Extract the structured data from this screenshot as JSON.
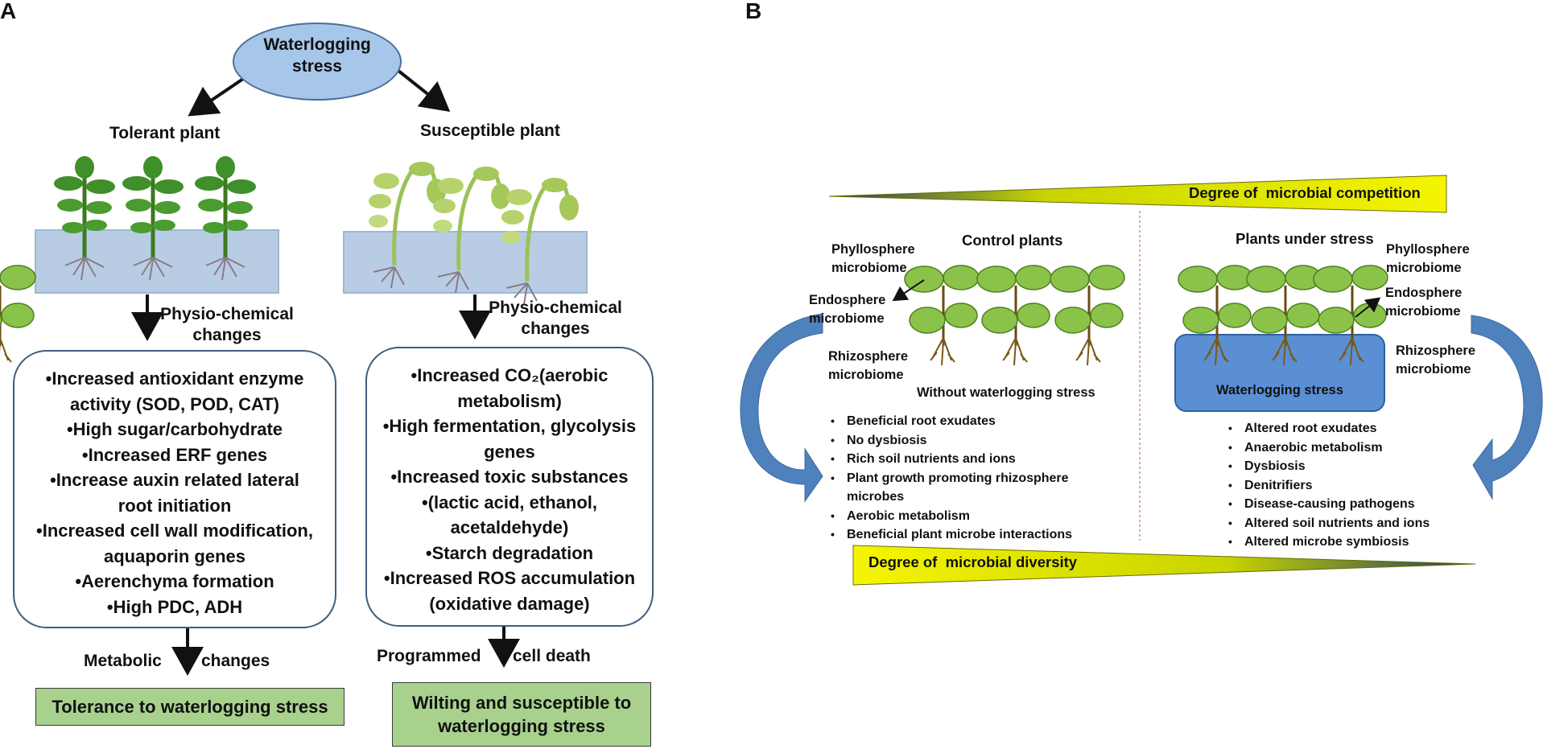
{
  "panel_a": {
    "letter": "A",
    "root": "Waterlogging stress",
    "tolerant_title": "Tolerant plant",
    "susceptible_title": "Susceptible plant",
    "physio_label": "Physio-chemical changes",
    "tolerant_changes": [
      "•Increased antioxidant enzyme",
      "activity (SOD, POD, CAT)",
      "•High sugar/carbohydrate",
      "•Increased ERF genes",
      "•Increase auxin related lateral",
      "root initiation",
      "•Increased cell wall modification,",
      "aquaporin genes",
      "•Aerenchyma formation",
      "•High PDC, ADH"
    ],
    "susceptible_changes": [
      "•Increased CO₂(aerobic",
      "metabolism)",
      "•High fermentation, glycolysis",
      "genes",
      "•Increased toxic substances",
      "•(lactic acid, ethanol,",
      "acetaldehyde)",
      "•Starch degradation",
      "•Increased ROS accumulation",
      "(oxidative damage)"
    ],
    "metabolic_left": "Metabolic",
    "metabolic_right": "changes",
    "death_left": "Programmed",
    "death_right": "cell death",
    "tolerant_outcome": "Tolerance to waterlogging stress",
    "susceptible_outcome": "Wilting and susceptible to waterlogging stress"
  },
  "panel_b": {
    "letter": "B",
    "competition": "Degree of  microbial competition",
    "diversity": "Degree of  microbial diversity",
    "control_title": "Control plants",
    "stress_title": "Plants under stress",
    "phyllosphere": "Phyllosphere microbiome",
    "endosphere": "Endosphere microbiome",
    "rhizosphere": "Rhizosphere microbiome",
    "without_stress": "Without waterlogging stress",
    "waterlogging_box": "Waterlogging stress",
    "control_effects": [
      "Beneficial root exudates",
      "No dysbiosis",
      "Rich soil nutrients and ions",
      "Plant growth promoting rhizosphere microbes",
      "Aerobic metabolism",
      "Beneficial plant microbe interactions"
    ],
    "stress_effects": [
      "Altered root exudates",
      "Anaerobic metabolism",
      "Dysbiosis",
      "Denitrifiers",
      "Disease-causing pathogens",
      "Altered soil nutrients and ions",
      "Altered microbe symbiosis"
    ]
  },
  "colors": {
    "ellipse_fill": "#a7c7ea",
    "water_fill": "#b8cde3",
    "outcome_fill": "#a9d18e",
    "wedge_yellow": "#f5f500",
    "wedge_dark": "#1f3f64",
    "stress_water": "#5b8fd4",
    "curved_arrow": "#4f81bd",
    "leaf": "#8bc34a"
  }
}
